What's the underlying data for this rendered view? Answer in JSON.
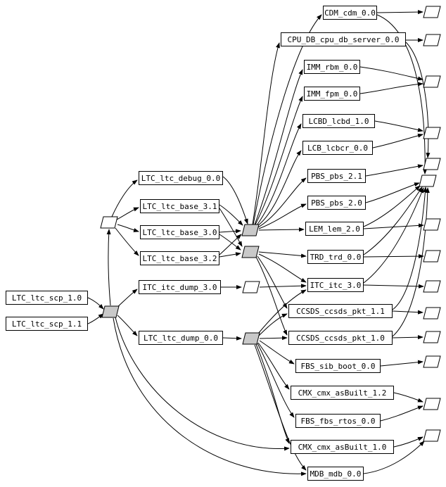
{
  "diagram": {
    "background_color": "#ffffff",
    "edge_color": "#000000",
    "node_fill": "#ffffff",
    "node_border": "#000000",
    "connector_gray_fill": "#c9c9c9",
    "connector_white_fill": "#ffffff"
  },
  "nodes": {
    "cdm": {
      "label": "CDM_cdm_0.0"
    },
    "cpu_db": {
      "label": "CPU_DB_cpu_db_server_0.0"
    },
    "imm_rbm": {
      "label": "IMM_rbm_0.0"
    },
    "imm_fpm": {
      "label": "IMM_fpm_0.0"
    },
    "lcbd": {
      "label": "LCBD_lcbd_1.0"
    },
    "lcb": {
      "label": "LCB_lcbcr_0.0"
    },
    "pbs21": {
      "label": "PBS_pbs_2.1"
    },
    "pbs20": {
      "label": "PBS_pbs_2.0"
    },
    "lem": {
      "label": "LEM_lem_2.0"
    },
    "trd": {
      "label": "TRD_trd_0.0"
    },
    "itc3": {
      "label": "ITC_itc_3.0"
    },
    "ccsds11": {
      "label": "CCSDS_ccsds_pkt_1.1"
    },
    "ccsds10": {
      "label": "CCSDS_ccsds_pkt_1.0"
    },
    "fbs_sib": {
      "label": "FBS_sib_boot_0.0"
    },
    "cmx12": {
      "label": "CMX_cmx_asBuilt_1.2"
    },
    "fbs_rtos": {
      "label": "FBS_fbs_rtos_0.0"
    },
    "cmx10": {
      "label": "CMX_cmx_asBuilt_1.0"
    },
    "mdb": {
      "label": "MDB_mdb_0.0"
    },
    "ltc_debug": {
      "label": "LTC_ltc_debug_0.0"
    },
    "base31": {
      "label": "LTC_ltc_base_3.1"
    },
    "base30": {
      "label": "LTC_ltc_base_3.0"
    },
    "base32": {
      "label": "LTC_ltc_base_3.2"
    },
    "itc_dump": {
      "label": "ITC_itc_dump_3.0"
    },
    "ltc_dump": {
      "label": "LTC_ltc_dump_0.0"
    },
    "scp10": {
      "label": "LTC_ltc_scp_1.0"
    },
    "scp11": {
      "label": "LTC_ltc_scp_1.1"
    }
  }
}
